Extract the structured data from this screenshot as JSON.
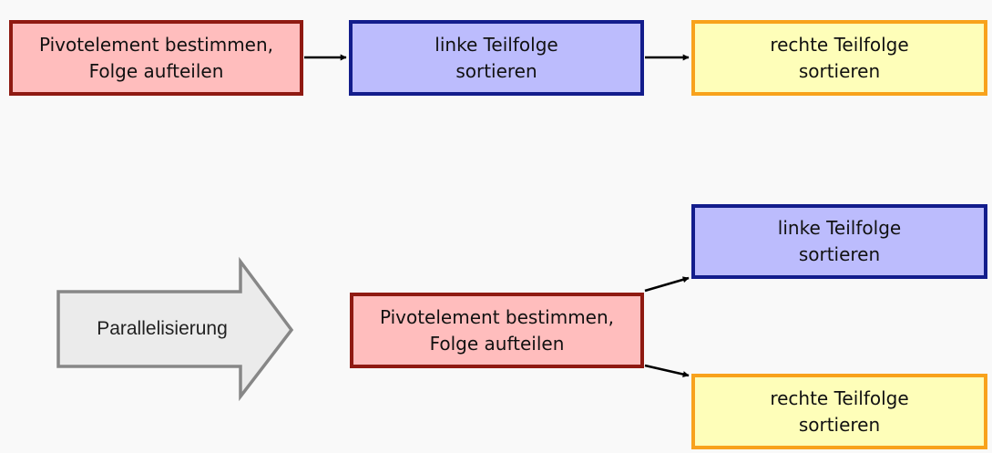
{
  "sequential": {
    "partition_box": {
      "line1": "Pivotelement bestimmen,",
      "line2": "Folge aufteilen"
    },
    "left_sort_box": {
      "line1": "linke Teilfolge",
      "line2": "sortieren"
    },
    "right_sort_box": {
      "line1": "rechte Teilfolge",
      "line2": "sortieren"
    }
  },
  "transition": {
    "label": "Parallelisierung"
  },
  "parallel": {
    "partition_box": {
      "line1": "Pivotelement bestimmen,",
      "line2": "Folge aufteilen"
    },
    "left_sort_box": {
      "line1": "linke Teilfolge",
      "line2": "sortieren"
    },
    "right_sort_box": {
      "line1": "rechte Teilfolge",
      "line2": "sortieren"
    }
  },
  "colors": {
    "partition_fill": "#ffbdbd",
    "partition_border": "#8f1a12",
    "left_fill": "#bcbcfd",
    "left_border": "#131d8c",
    "right_fill": "#fefeb9",
    "right_border": "#f8a21c",
    "big_arrow_fill": "#ebebeb",
    "big_arrow_border": "#878787"
  }
}
